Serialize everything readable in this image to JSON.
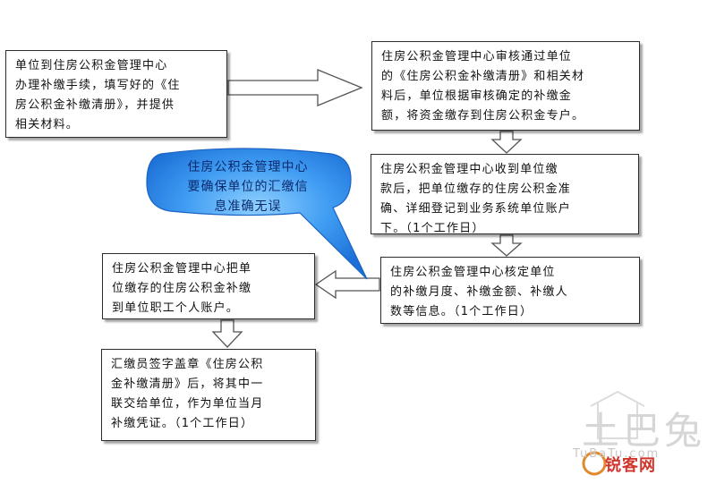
{
  "boxes": {
    "box1": {
      "lines": [
        "单位到住房公积金管理中心",
        "办理补缴手续，填写好的《住",
        "房公积金补缴清册》，并提供",
        "相关材料。"
      ]
    },
    "box2": {
      "lines": [
        "住房公积金管理中心审核通过单位",
        "的《住房公积金补缴清册》和相关材",
        "料后，单位根据审核确定的补缴金",
        "额，将资金缴存到住房公积金专户。"
      ]
    },
    "box3": {
      "lines": [
        "住房公积金管理中心收到单位缴",
        "款后，把单位缴存的住房公积金准",
        "确、详细登记到业务系统单位账户",
        "下。（1个工作日）"
      ]
    },
    "box4": {
      "lines": [
        "住房公积金管理中心核定单位",
        "的补缴月度、补缴金额、补缴人",
        "数等信息。（1个工作日）"
      ]
    },
    "box5": {
      "lines": [
        "住房公积金管理中心把单",
        "位缴存的住房公积金补缴",
        "到单位职工个人账户。"
      ]
    },
    "box6": {
      "lines": [
        "汇缴员签字盖章《住房公积",
        "金补缴清册》后，将其中一",
        "联交给单位，作为单位当月",
        "补缴凭证。（1个工作日）"
      ]
    }
  },
  "callout": {
    "lines": [
      "住房公积金管理中心",
      "要确保单位的汇缴信",
      "息准确无误"
    ]
  },
  "watermark": {
    "main": "土巴兔",
    "sub": "TuBaTu.com",
    "logo_label": "锐客网"
  },
  "colors": {
    "box_border": "#2c2c2c",
    "callout_fill": "#2f8ff0",
    "callout_text": "#0b2a6e",
    "arrow_fill": "#ffffff",
    "arrow_stroke": "#555555",
    "watermark_red": "#d2342c"
  }
}
